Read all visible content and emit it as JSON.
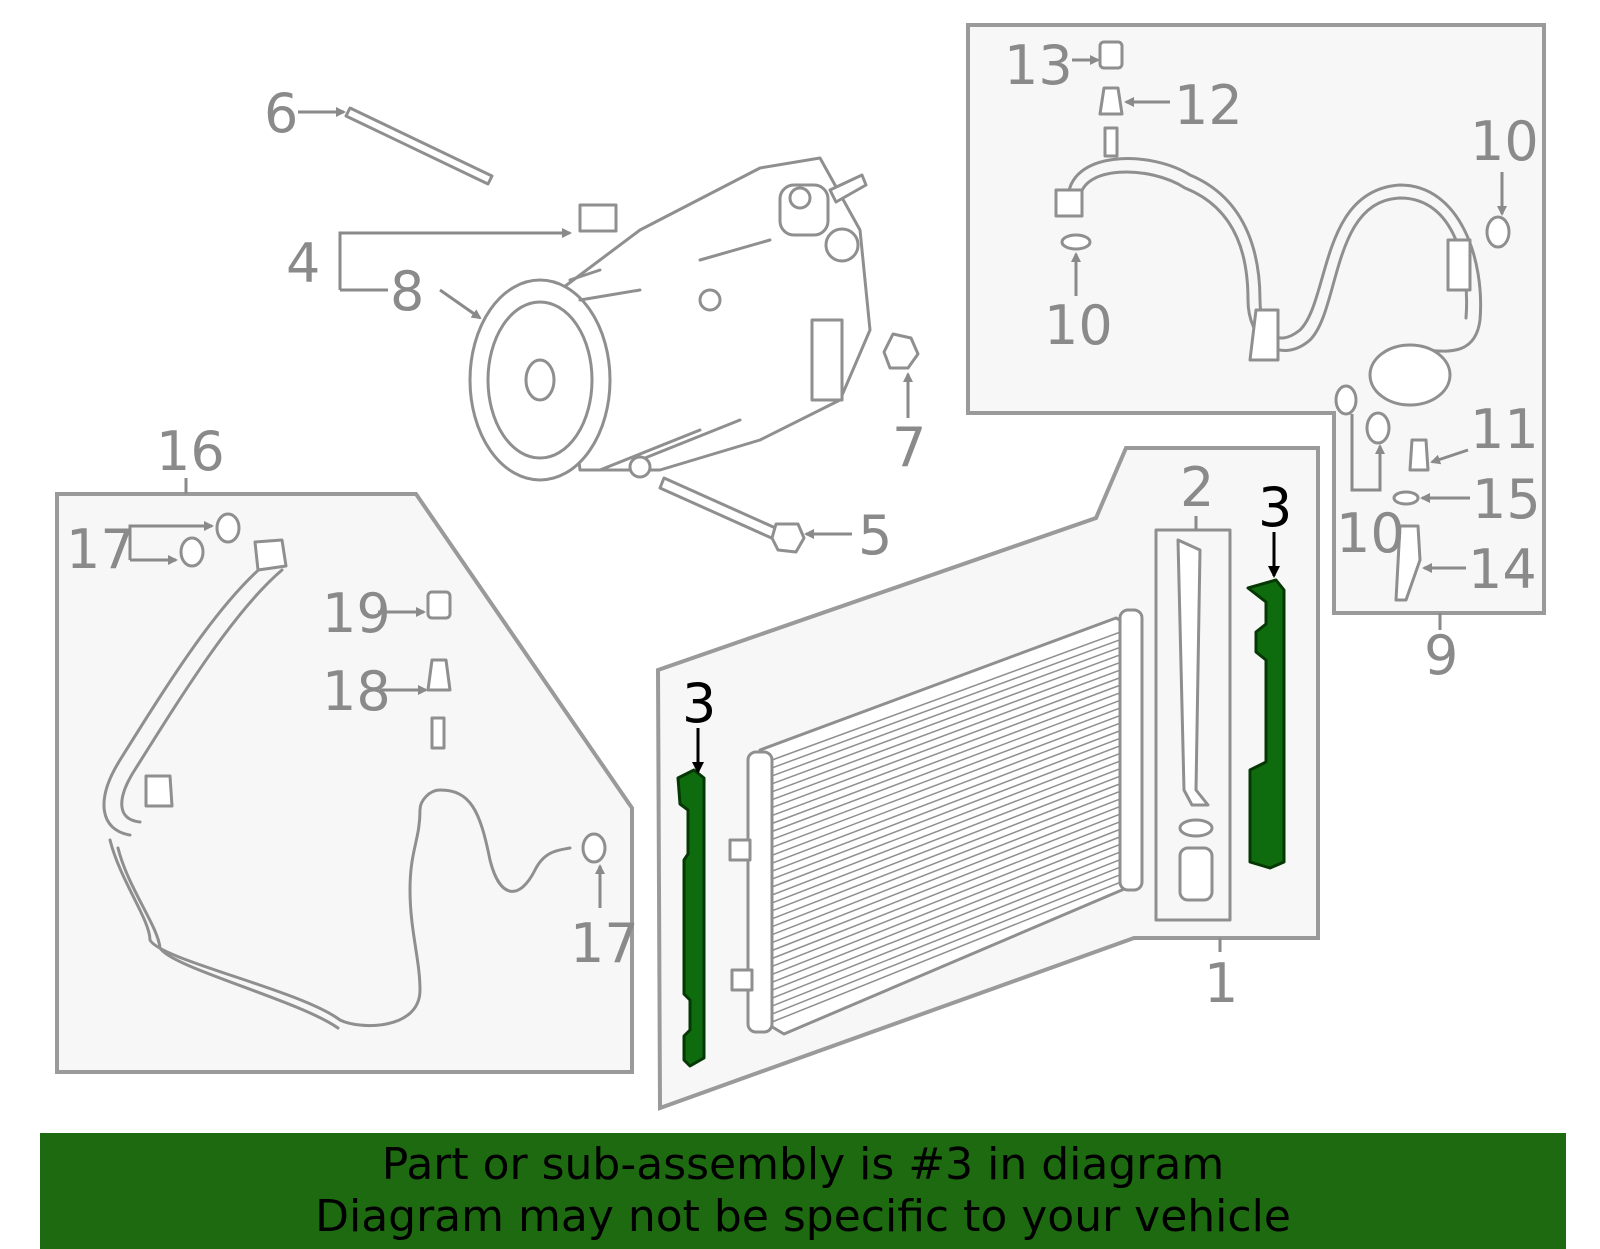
{
  "callouts": {
    "c1": "1",
    "c2": "2",
    "c3_left": "3",
    "c3_right": "3",
    "c4": "4",
    "c5": "5",
    "c6": "6",
    "c7": "7",
    "c8": "8",
    "c9": "9",
    "c10_a": "10",
    "c10_b": "10",
    "c10_c": "10",
    "c11": "11",
    "c12": "12",
    "c13": "13",
    "c14": "14",
    "c15": "15",
    "c16": "16",
    "c17_a": "17",
    "c17_b": "17",
    "c18": "18",
    "c19": "19"
  },
  "banner": {
    "line1": "Part or sub-assembly is #3 in diagram",
    "line2": "Diagram may not be specific to your vehicle"
  },
  "colors": {
    "highlight": "#0e6b0e",
    "banner_bg": "#1e6a10",
    "line_gray": "#8f8f8f"
  }
}
